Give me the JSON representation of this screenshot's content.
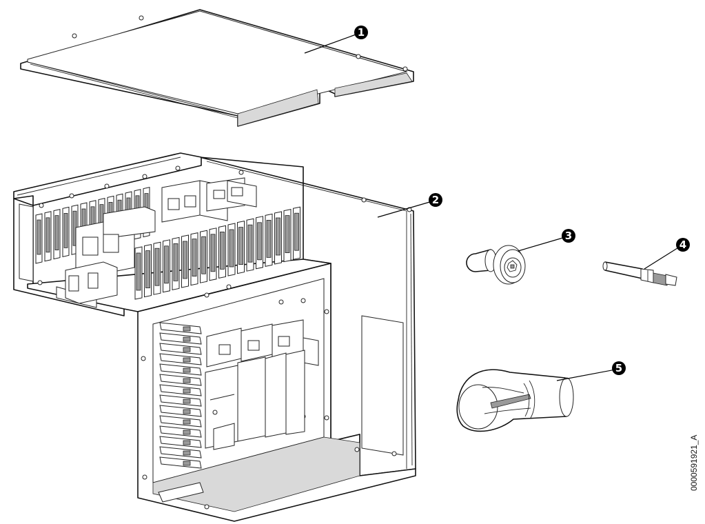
{
  "callouts": {
    "c1": "1",
    "c2": "2",
    "c3": "3",
    "c4": "4",
    "c5": "5"
  },
  "document_id": "0000591921_A"
}
